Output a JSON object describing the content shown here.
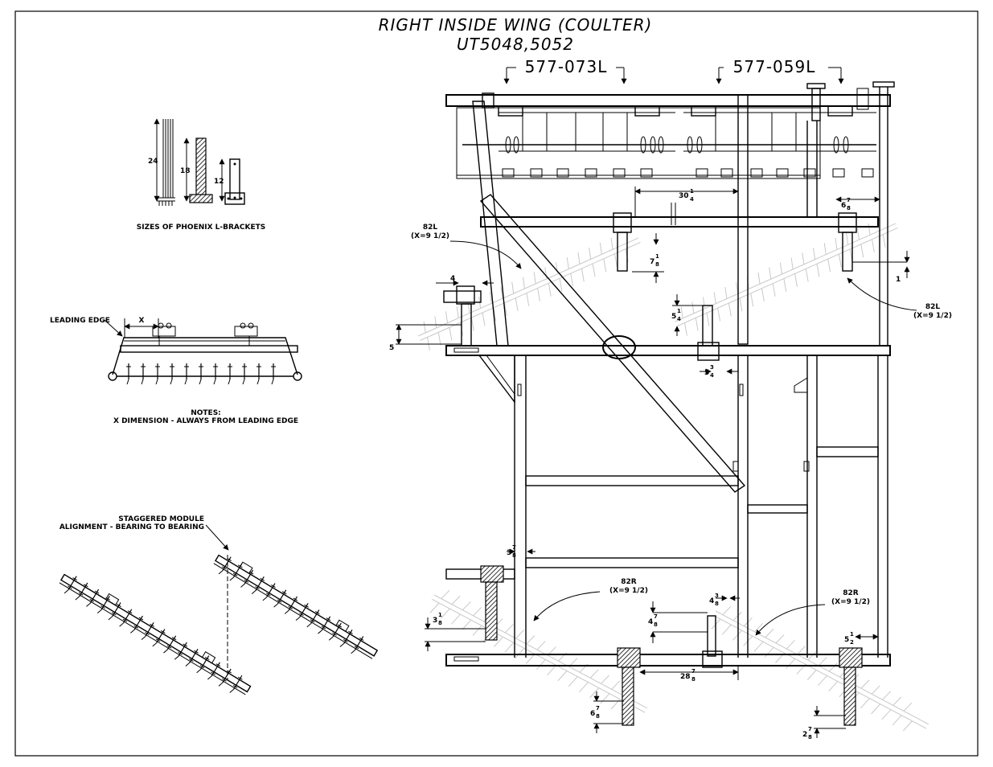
{
  "title": {
    "line1": "RIGHT INSIDE WING (COULTER)",
    "line2": "UT5048,5052"
  },
  "part_numbers": {
    "left": "577-073L",
    "right": "577-059L"
  },
  "brackets": {
    "caption": "SIZES OF PHOENIX L-BRACKETS",
    "sizes": [
      "24",
      "18",
      "12"
    ]
  },
  "module_note": {
    "leading_edge": "LEADING EDGE",
    "x_mark": "X",
    "notes_title": "NOTES:",
    "notes_text": "X DIMENSION - ALWAYS FROM LEADING EDGE"
  },
  "staggered": {
    "line1": "STAGGERED MODULE",
    "line2": "ALIGNMENT - BEARING TO BEARING"
  },
  "callouts": {
    "top_left": {
      "id": "82L",
      "x": "(X=9  1/2)"
    },
    "top_right": {
      "id": "82L",
      "x": "(X=9  1/2)"
    },
    "bottom_mid": {
      "id": "82R",
      "x": "(X=9  1/2)"
    },
    "bottom_right": {
      "id": "82R",
      "x": "(X=9  1/2)"
    }
  },
  "dimensions": {
    "d30": {
      "whole": "30",
      "num": "1",
      "den": "4"
    },
    "d6_top": {
      "whole": "6",
      "num": "7",
      "den": "8"
    },
    "d7": {
      "whole": "7",
      "num": "1",
      "den": "8"
    },
    "d1": {
      "whole": "1"
    },
    "d4": {
      "whole": "4"
    },
    "d5": {
      "whole": "5"
    },
    "d5q": {
      "whole": "5",
      "num": "1",
      "den": "4"
    },
    "d5tq": {
      "whole": "5",
      "num": "3",
      "den": "4"
    },
    "d3_7": {
      "whole": "3",
      "num": "7",
      "den": "8"
    },
    "d3_1": {
      "whole": "3",
      "num": "1",
      "den": "8"
    },
    "d4_3": {
      "whole": "4",
      "num": "3",
      "den": "8"
    },
    "d4_7": {
      "whole": "4",
      "num": "7",
      "den": "8"
    },
    "d5h": {
      "whole": "5",
      "num": "1",
      "den": "2"
    },
    "d28": {
      "whole": "28",
      "num": "7",
      "den": "8"
    },
    "d6_bot": {
      "whole": "6",
      "num": "7",
      "den": "8"
    },
    "d2": {
      "whole": "2",
      "num": "7",
      "den": "8"
    }
  },
  "colors": {
    "ink": "#000000",
    "ghost": "#c8c8c8",
    "paper": "#ffffff"
  }
}
